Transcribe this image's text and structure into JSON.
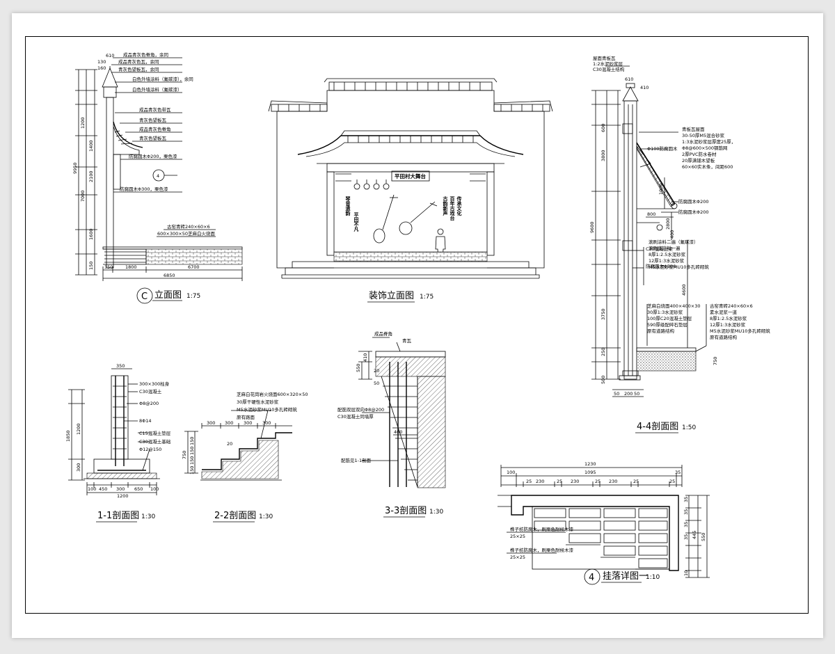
{
  "views": {
    "c": {
      "marker": "C",
      "title": "立面图",
      "scale": "1:75",
      "notes": [
        "成品青灰色脊角，余同",
        "成品青灰色瓦，余同",
        "青灰色望板瓦，余同",
        "白色外墙涂料（氟碳漆），余同",
        "白色外墙涂料（氟碳漆）",
        "成品青灰色带瓦",
        "青灰色望板瓦",
        "成品青灰色脊角",
        "青灰色望板瓦",
        "防腐圆木Φ200，栗色漆",
        "防腐圆木Φ300，栗色漆",
        "古窑青砖240×60×6",
        "600×300×50芝麻白火烧面"
      ],
      "dims_bottom": [
        "350",
        "1800",
        "6700",
        "6850"
      ],
      "dims_top": [
        "610",
        "130",
        "160"
      ],
      "dims_side": [
        "9950",
        "1200",
        "1400",
        "2100",
        "7000",
        "1600",
        "150"
      ]
    },
    "main": {
      "title": "装饰立面图",
      "scale": "1:75",
      "sign": "平田村大舞台",
      "couplet_left": [
        "琴音遗韵",
        "平田不凡"
      ],
      "couplet_right": [
        "古韵新声",
        "百年古戏台",
        "传承文化"
      ]
    },
    "s44": {
      "title": "4-4剖面图",
      "scale": "1:50",
      "notes": [
        "屋面青板瓦",
        "1:2水泥砂浆层",
        "C30混凝土结构",
        "青板瓦屋面",
        "30-50厚M5混合砂浆",
        "1:3水泥砂浆层厚度25厚，",
        "Φ8@600×500钢筋网",
        "2厚PVC防水卷材",
        "20厚满铺木望板",
        "60×60实木条，间距600",
        "Φ100防腐圆木",
        "防腐圆木Φ200",
        "防腐圆木Φ200",
        "C30混凝土梁",
        "防腐圆木Φ300",
        "滚刷涂料二遍（氟碳漆）",
        "滚刷底涂料一遍",
        "8厚1:2.5水泥砂浆",
        "12厚1:3水泥砂浆",
        "M5水泥砂浆MU10多孔砖砌筑",
        "芝麻白烧面400×400×30",
        "30厚1:3水泥砂浆",
        "100厚C20混凝土垫层",
        "590厚级配碎石垫层",
        "原有道路结构",
        "古窑青砖240×60×6",
        "素水泥浆一道",
        "8厚1:2.5水泥砂浆",
        "12厚1:3水泥砂浆",
        "M5水泥砂浆MU10多孔砖砌筑",
        "原有道路结构"
      ],
      "dims": [
        "9600",
        "3800",
        "610",
        "410",
        "600",
        "1000",
        "800",
        "2800",
        "400",
        "4600",
        "3750",
        "250",
        "750",
        "500",
        "50",
        "200",
        "50"
      ]
    },
    "s11": {
      "title": "1-1剖面图",
      "scale": "1:30",
      "notes": [
        "300×300柱身",
        "C30混凝土",
        "Φ8@200",
        "8Φ14",
        "C15混凝土垫层",
        "C30混凝土基础",
        "Φ12@150"
      ],
      "dims": [
        "350",
        "1850",
        "1200",
        "300",
        "100",
        "450",
        "300",
        "650",
        "100",
        "1200"
      ]
    },
    "s22": {
      "title": "2-2剖面图",
      "scale": "1:30",
      "notes": [
        "芝麻白花岗岩火烧面600×320×50",
        "30厚干硬性水泥砂浆",
        "M5水泥砂浆MU10多孔砖砌筑",
        "原有路面"
      ],
      "dims": [
        "300",
        "300",
        "300",
        "300",
        "20",
        "750",
        "150",
        "150",
        "150",
        "150"
      ]
    },
    "s33": {
      "title": "3-3剖面图",
      "scale": "1:30",
      "notes": [
        "成品脊角",
        "青瓦",
        "配筋双层双向Φ8@200",
        "C30混凝土同墙厚",
        "配筋见1-1剖面"
      ],
      "dims": [
        "550",
        "410",
        "20",
        "50",
        "400"
      ]
    },
    "d4": {
      "marker": "4",
      "title": "挂落详图一",
      "scale": "1:10",
      "notes": [
        "榫子枋防腐木，刷栗色耐候木漆",
        "25×25",
        "榫子枋防腐木，刷栗色耐候木漆",
        "25×25"
      ],
      "dims_top": [
        "1230",
        "1095",
        "100",
        "25",
        "230",
        "25",
        "230",
        "25",
        "230",
        "25",
        "25",
        "35"
      ],
      "dims_side": [
        "550",
        "445",
        "35",
        "35",
        "35",
        "35",
        "10"
      ]
    }
  }
}
